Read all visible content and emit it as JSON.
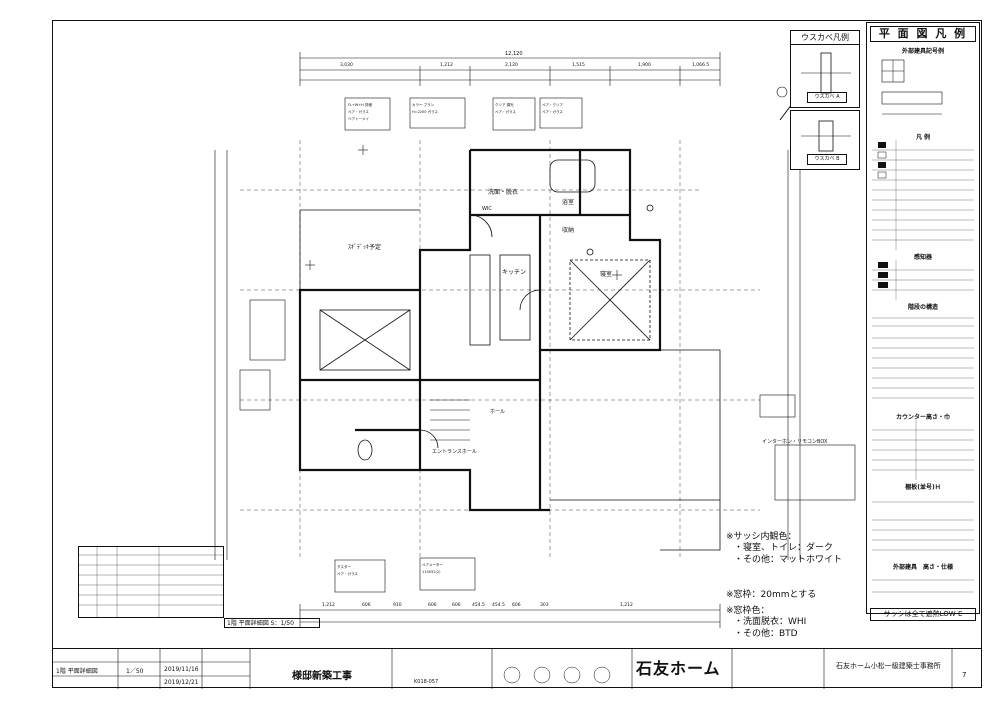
{
  "dimensions": {
    "top_total": "12,120",
    "top_segments": [
      "3,030",
      "1,212",
      "2,120",
      "1,515",
      "1,900",
      "1,066.5"
    ],
    "bottom_segments": [
      "1,212",
      "606",
      "910",
      "606",
      "606",
      "454.5",
      "454.5",
      "606",
      "303",
      "1,212"
    ]
  },
  "rooms": {
    "deck": "ｽｷﾞﾃﾞｯｷ予定",
    "laundry": "洗面・脱衣",
    "bath": "浴室",
    "kitchen": "キッチン",
    "bedroom": "寝室",
    "storage": "収納",
    "entrance": "エントランスホール",
    "closet": "WIC",
    "hall": "ホール"
  },
  "notes": {
    "sash_title": "※サッシ内観色：",
    "sash_1": "・寝室、トイレ：ダーク",
    "sash_2": "・その他：マットホワイト",
    "sill": "※窓枠：20mmとする",
    "frame_title": "※窓枠色：",
    "frame_1": "・洗面脱衣：WHI",
    "frame_2": "・その他：BTD",
    "intercom": "インターホン・リモコンBOX"
  },
  "legend": {
    "title": "平 面 図 凡 例",
    "fitting_header": "外部建具記号例",
    "main_header": "凡 例",
    "usukabe_title": "ウスカベ凡例",
    "usukabe_a": "ウスカベ A",
    "usukabe_b": "ウスカベ B",
    "sensor_header": "感知器",
    "ceiling_header": "階段の構造",
    "counter_header": "カウンター高さ・巾",
    "shelf_header": "棚板(並号)Ｈ",
    "exterior_header": "外部建具　高さ・仕様",
    "sash_footer": "サッシは全て遮熱LOW-E"
  },
  "title_block": {
    "drawing_name": "1階 平面詳細図",
    "scale": "1／50",
    "date1": "2019/11/16",
    "date2": "2019/12/21",
    "project": "様邸新築工事",
    "doc_no": "K018-057",
    "company": "石友ホーム",
    "office": "石友ホーム小松一級建築士事務所",
    "page": "7"
  },
  "scale_label": "1階 平面詳細図 S：1/50",
  "colors": {
    "line": "#111111",
    "paper": "#ffffff"
  }
}
